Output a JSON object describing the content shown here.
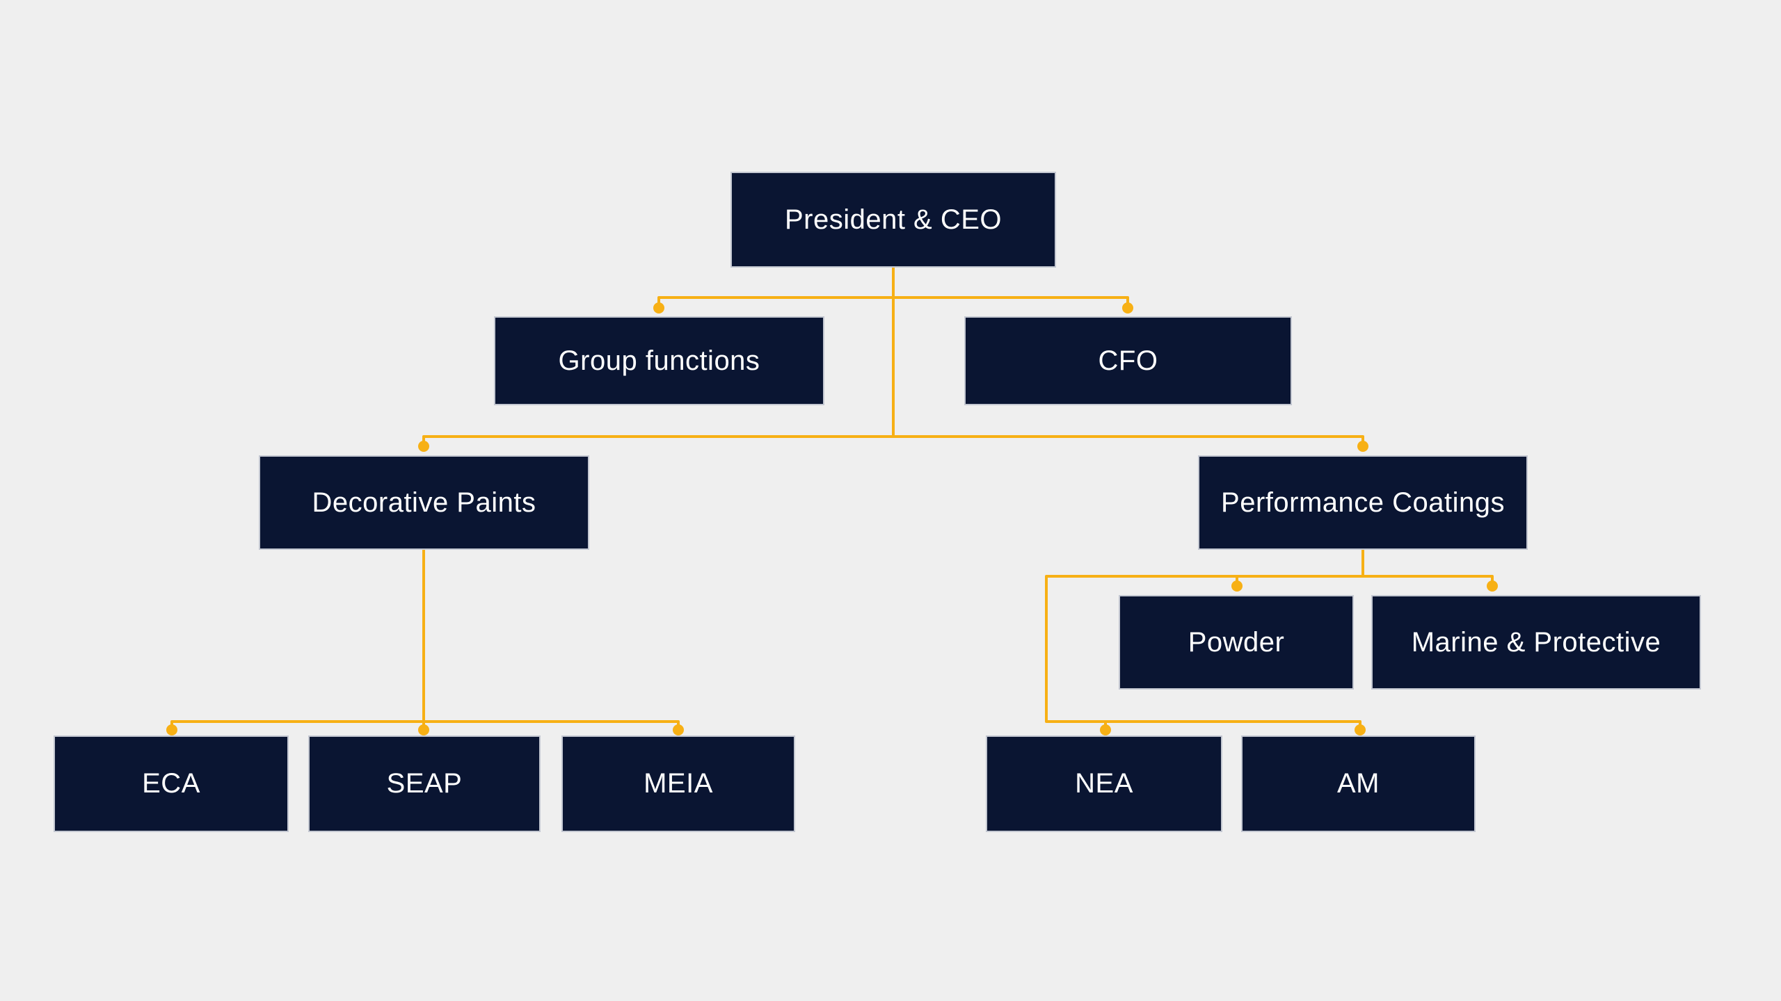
{
  "title": "Organization chart",
  "colors": {
    "canvas_bg": "#efefef",
    "node_bg": "#0a1532",
    "node_text": "#ffffff",
    "node_border": "#c3c7d1",
    "connector": "#f7b015"
  },
  "nodes": {
    "ceo": {
      "label": "President & CEO"
    },
    "group_functions": {
      "label": "Group functions"
    },
    "cfo": {
      "label": "CFO"
    },
    "decorative_paints": {
      "label": "Decorative Paints"
    },
    "performance_coatings": {
      "label": "Performance Coatings"
    },
    "powder": {
      "label": "Powder"
    },
    "marine_protective": {
      "label": "Marine & Protective"
    },
    "eca": {
      "label": "ECA"
    },
    "seap": {
      "label": "SEAP"
    },
    "meia": {
      "label": "MEIA"
    },
    "nea": {
      "label": "NEA"
    },
    "am": {
      "label": "AM"
    }
  },
  "hierarchy": {
    "ceo": [
      "group_functions",
      "cfo",
      "decorative_paints",
      "performance_coatings"
    ],
    "decorative_paints": [
      "eca",
      "seap",
      "meia"
    ],
    "performance_coatings": [
      "powder",
      "marine_protective",
      "nea",
      "am"
    ]
  }
}
